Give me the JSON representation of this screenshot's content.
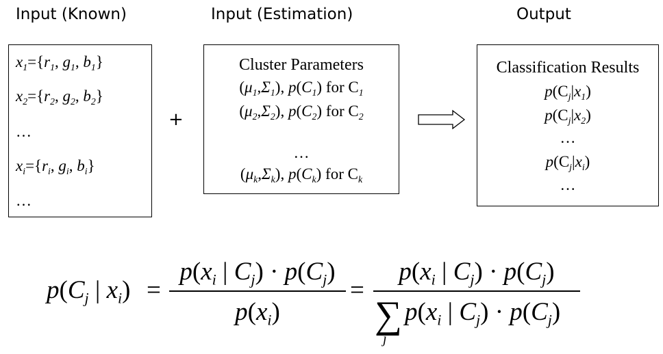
{
  "headers": {
    "known": "Input (Known)",
    "estimation": "Input (Estimation)",
    "output": "Output"
  },
  "known_box": {
    "rows": [
      {
        "lhs": "x",
        "lhs_sub": "1",
        "eq": "={",
        "r": "r",
        "r_sub": "1",
        "g": "g",
        "g_sub": "1",
        "b": "b",
        "b_sub": "1",
        "close": "}"
      },
      {
        "lhs": "x",
        "lhs_sub": "2",
        "eq": "={",
        "r": "r",
        "r_sub": "2",
        "g": "g",
        "g_sub": "2",
        "b": "b",
        "b_sub": "2",
        "close": "}"
      },
      {
        "ellipsis": "…"
      },
      {
        "lhs": "x",
        "lhs_sub": "i",
        "eq": "={",
        "r": "r",
        "r_sub": "i",
        "g": "g",
        "g_sub": "i",
        "b": "b",
        "b_sub": "i",
        "close": "}"
      },
      {
        "ellipsis": "…"
      }
    ]
  },
  "operator_plus": "+",
  "estimation_box": {
    "title": "Cluster Parameters",
    "rows": [
      {
        "mu_sub": "1",
        "sigma_sub": "1",
        "c_sub": "1",
        "for_text": "for C",
        "for_sub": "1"
      },
      {
        "mu_sub": "2",
        "sigma_sub": "2",
        "c_sub": "2",
        "for_text": "for C",
        "for_sub": "2"
      },
      {
        "ellipsis": "…"
      },
      {
        "mu_sub": "k",
        "sigma_sub": "k",
        "c_sub": "k",
        "for_text": "for C",
        "for_sub": "k"
      }
    ]
  },
  "output_box": {
    "title": "Classification Results",
    "rows": [
      {
        "p": "p",
        "c": "C",
        "c_sub": "j",
        "x": "x",
        "x_sub": "1"
      },
      {
        "p": "p",
        "c": "C",
        "c_sub": "j",
        "x": "x",
        "x_sub": "2"
      },
      {
        "ellipsis": "…"
      },
      {
        "p": "p",
        "c": "C",
        "c_sub": "j",
        "x": "x",
        "x_sub": "i"
      },
      {
        "ellipsis": "…"
      }
    ]
  },
  "formula": {
    "lhs": "p(C_j | x_i)",
    "eq1": "=",
    "num1": "p(x_i | C_j) · p(C_j)",
    "den1": "p(x_i)",
    "eq2": "=",
    "num2": "p(x_i | C_j) · p(C_j)",
    "den2_sum_index": "j",
    "den2": "p(x_i | C_j) · p(C_j)"
  }
}
